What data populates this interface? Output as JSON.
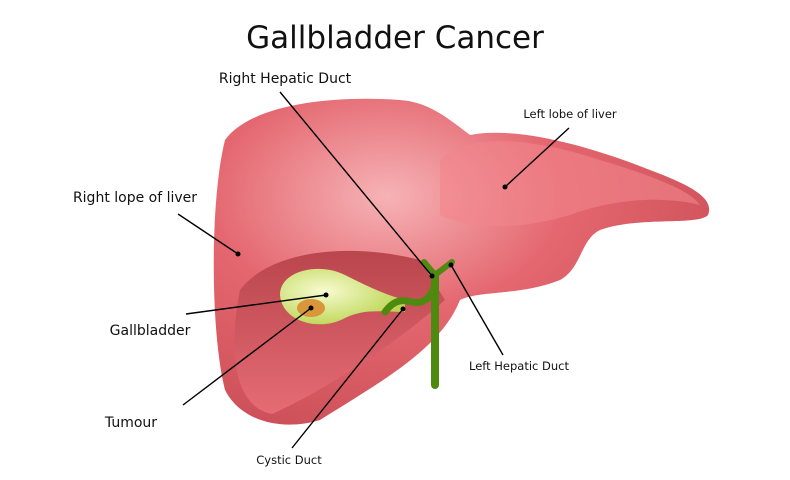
{
  "title": "Gallbladder Cancer",
  "labels": {
    "right_hepatic_duct": "Right Hepatic Duct",
    "left_lobe": "Left lobe of liver",
    "right_lobe": "Right lope of liver",
    "gallbladder": "Gallbladder",
    "tumour": "Tumour",
    "cystic_duct": "Cystic Duct",
    "left_hepatic_duct": "Left Hepatic Duct"
  },
  "colors": {
    "liver": "#e0606a",
    "liver_light": "#f4a6aa",
    "liver_dark": "#b9454d",
    "duct": "#4f8a10",
    "gallbladder": "#d6e87a",
    "tumour": "#d9963a"
  }
}
